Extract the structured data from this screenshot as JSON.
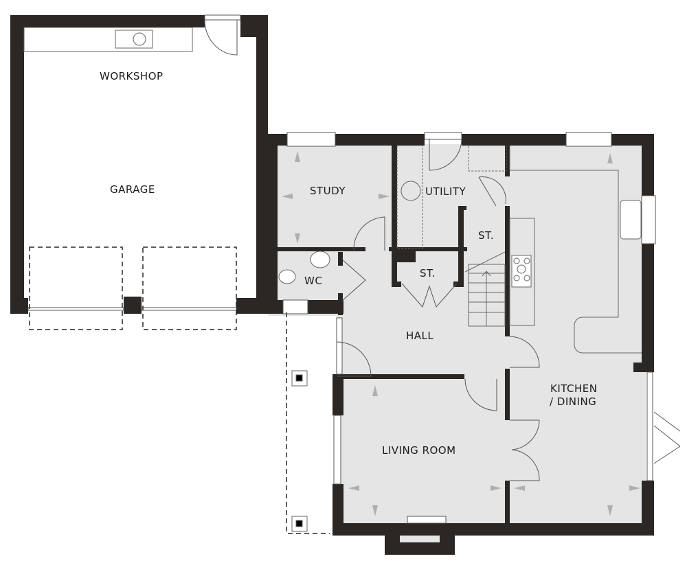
{
  "plan": {
    "type": "ground-floor-plan",
    "colors": {
      "wall": "#2b2724",
      "floor": "#e5e5e5",
      "exterior": "#ffffff",
      "line": "#555555",
      "arrow": "#b3aeab"
    },
    "rooms": {
      "workshop": "WORKSHOP",
      "garage": "GARAGE",
      "study": "STUDY",
      "utility": "UTILITY",
      "store_upper": "ST.",
      "store_lower": "ST.",
      "wc": "WC",
      "hall": "HALL",
      "kitchen_line1": "KITCHEN",
      "kitchen_line2": "/ DINING",
      "living_room": "LIVING ROOM"
    }
  }
}
